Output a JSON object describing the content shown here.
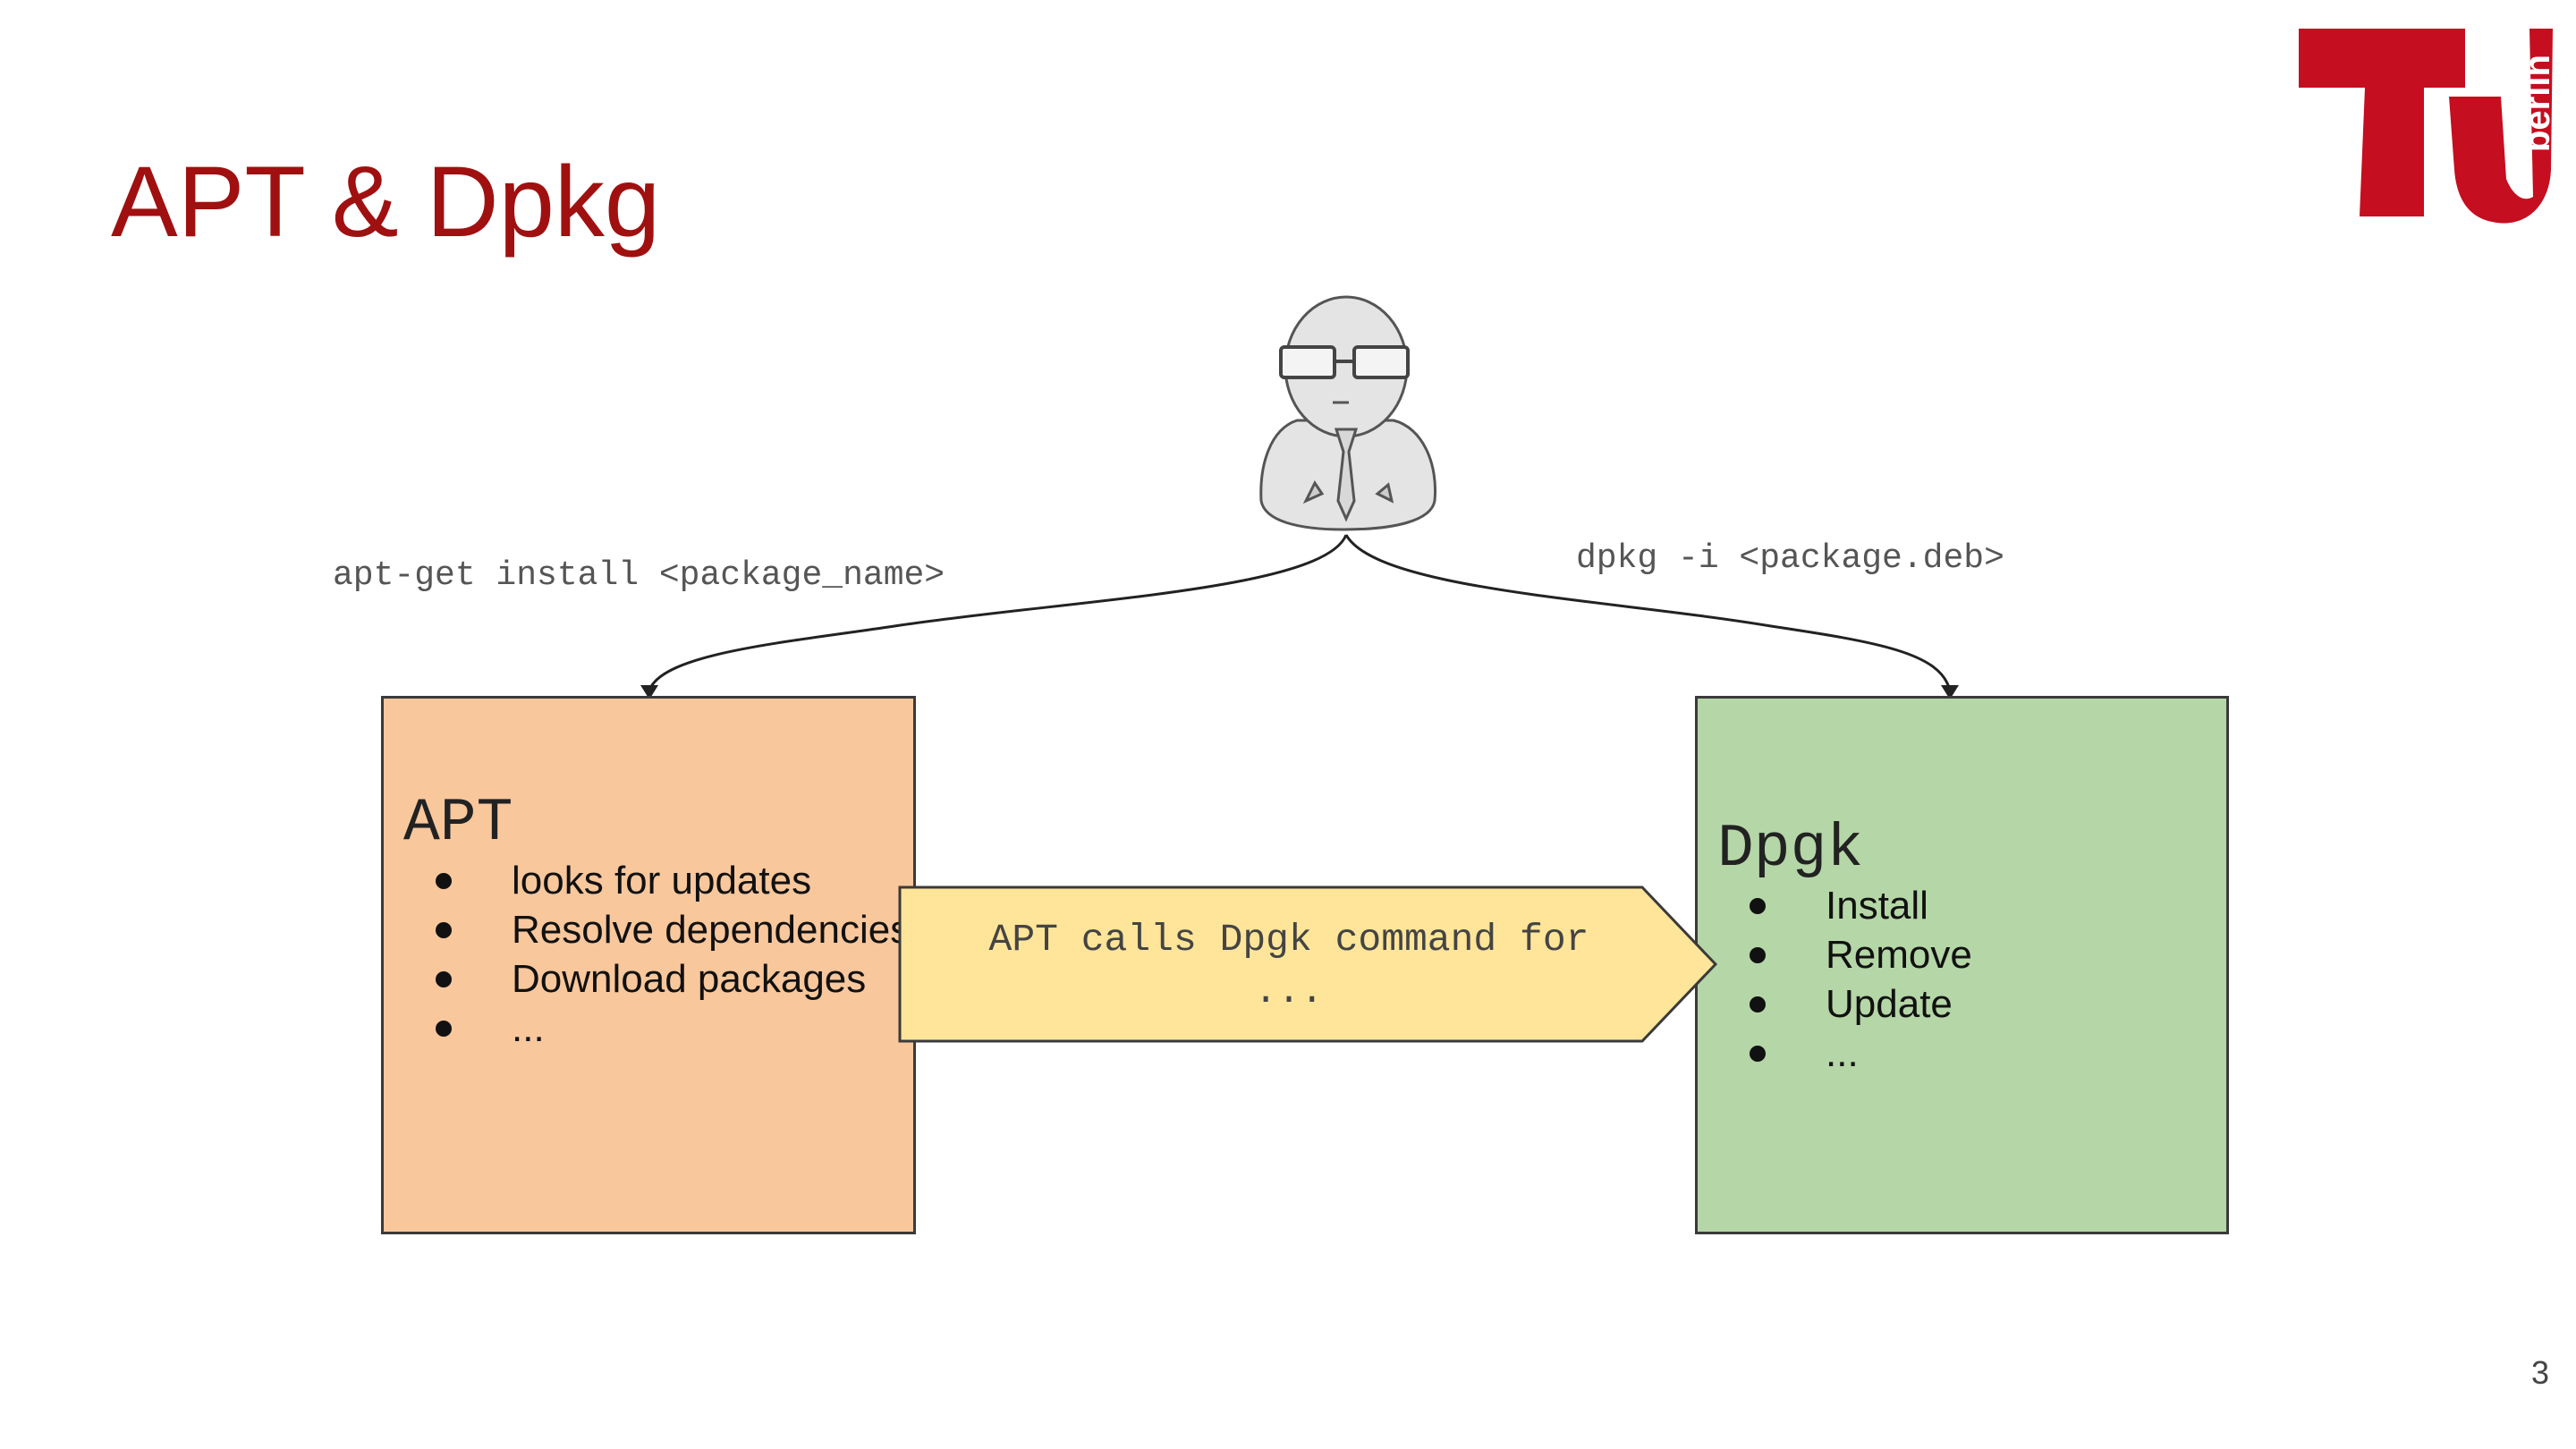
{
  "slide": {
    "title": "APT & Dpkg",
    "page_number": "3"
  },
  "logo": {
    "text": "berlin",
    "brand_color": "#c50e1f"
  },
  "commands": {
    "apt_get": "apt-get install <package_name>",
    "dpkg": "dpkg -i <package.deb>"
  },
  "apt_box": {
    "title": "APT",
    "items": [
      "looks for updates",
      "Resolve dependencies",
      "Download packages",
      "..."
    ],
    "color": "#f8c79c"
  },
  "dpkg_box": {
    "title": "Dpgk",
    "items": [
      "Install",
      "Remove",
      "Update",
      "..."
    ],
    "color": "#b5d6a7"
  },
  "arrow": {
    "line1": "APT calls Dpgk command for",
    "line2": "...",
    "color": "#ffe599"
  },
  "icons": {
    "user": "person-with-glasses-icon",
    "logo": "tu-berlin-logo"
  }
}
